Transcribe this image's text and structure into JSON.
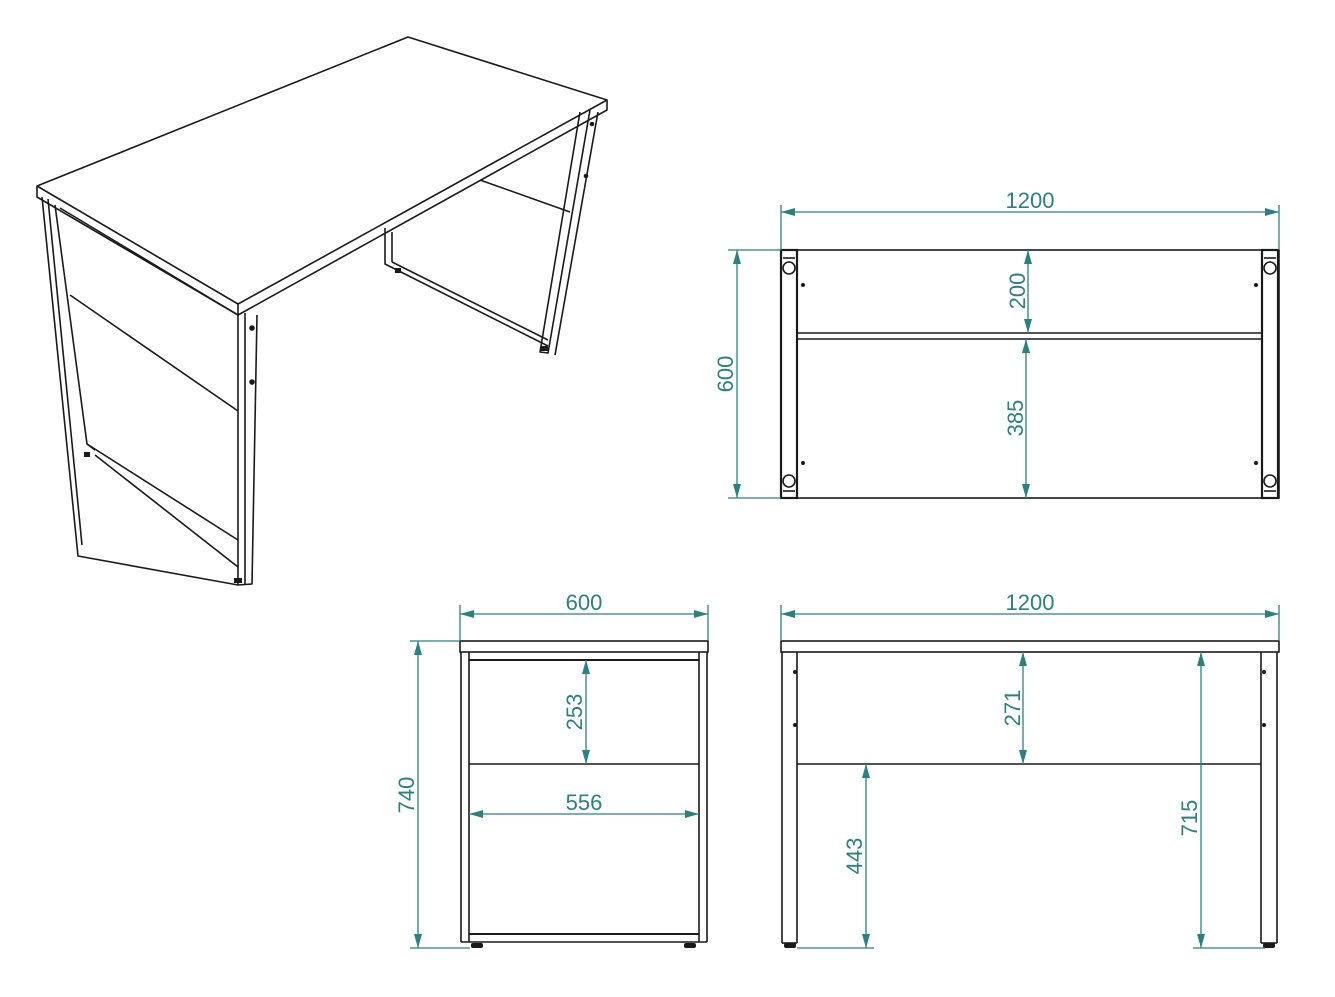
{
  "diagram": {
    "subject": "Desk technical drawing",
    "colors": {
      "line": "#1a1a1a",
      "dimension": "#2b8080"
    },
    "views": {
      "perspective": {
        "label": "isometric-view"
      },
      "top": {
        "width": "1200",
        "depth": "600",
        "front_to_rail": "200",
        "rail_to_back": "385"
      },
      "side": {
        "depth": "600",
        "height": "740",
        "panel_height": "253",
        "inner_width": "556"
      },
      "front": {
        "width": "1200",
        "panel_height": "271",
        "floor_to_panel": "443",
        "floor_to_top": "715"
      }
    }
  }
}
